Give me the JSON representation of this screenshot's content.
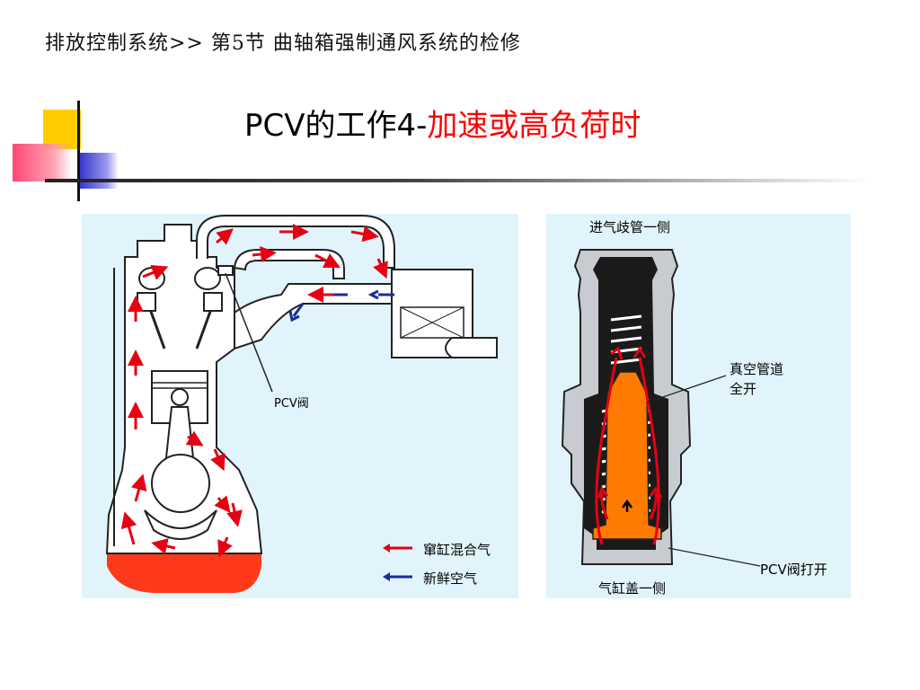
{
  "header": {
    "breadcrumb": "排放控制系统>> 第5节 曲轴箱强制通风系统的检修",
    "title_prefix": "PCV的工作4-",
    "title_highlight": "加速或高负荷时"
  },
  "engine_diagram": {
    "pcv_valve_label": "PCV阀",
    "legend": [
      {
        "label": "窜缸混合气",
        "color": "#e60012"
      },
      {
        "label": "新鲜空气",
        "color": "#1a2d9a"
      }
    ]
  },
  "valve_diagram": {
    "top_label": "进气歧管一侧",
    "bottom_label": "气缸盖一侧",
    "vacuum_label_line1": "真空管道",
    "vacuum_label_line2": "全开",
    "valve_open_label": "PCV阀打开"
  },
  "colors": {
    "blowby": "#e60012",
    "fresh_air": "#1a2d9a",
    "oil": "#ff3a1a",
    "plunger": "#ff7a00",
    "panel_bg": "#e1f4fb"
  }
}
